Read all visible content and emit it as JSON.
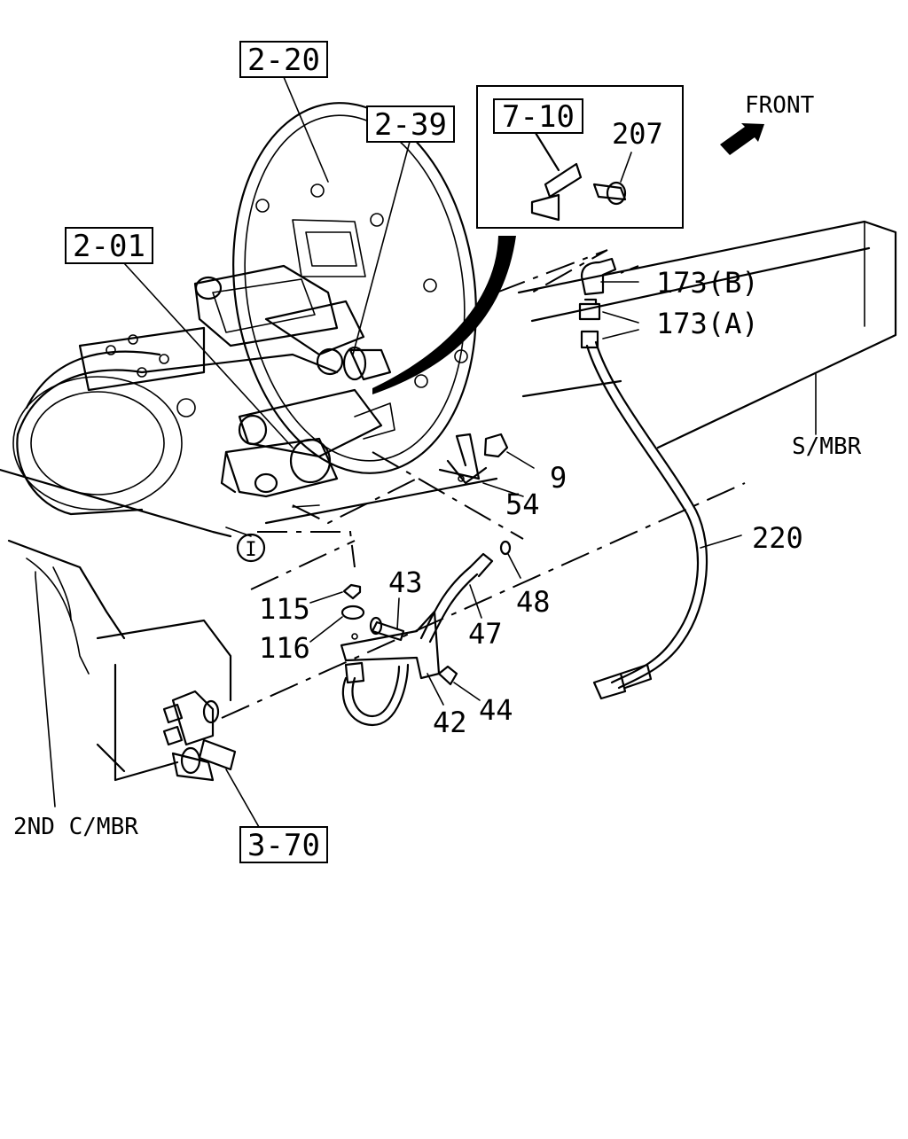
{
  "diagram": {
    "ref_boxes": [
      "2-20",
      "2-39",
      "2-01",
      "7-10",
      "3-70"
    ],
    "callouts": {
      "p207": "207",
      "p173b": "173(B)",
      "p173a": "173(A)",
      "p9": "9",
      "p54": "54",
      "p220": "220",
      "p43": "43",
      "p48": "48",
      "p115": "115",
      "p116": "116",
      "p47": "47",
      "p42": "42",
      "p44": "44"
    },
    "labels": {
      "front": "FRONT",
      "smbr": "S/MBR",
      "c_mbr": "2ND C/MBR",
      "circle_i": "I"
    }
  }
}
